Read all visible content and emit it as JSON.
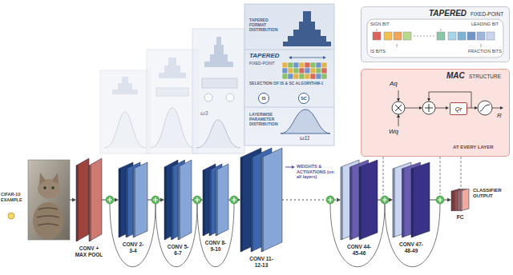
{
  "diagram": {
    "nodes": [
      {
        "text": [
          "CIFAR-10 EXAMPLE"
        ]
      },
      {
        "text": [
          "CONV + MAX POOL"
        ]
      },
      {
        "text": [
          "CONV 2-3-4"
        ]
      },
      {
        "text": [
          "CONV 5-6-7"
        ]
      },
      {
        "text": [
          "CONV 8-9-10"
        ]
      },
      {
        "text": [
          "CONV 11-12-13"
        ]
      },
      {
        "text": [
          "CONV 44-45-46"
        ]
      },
      {
        "text": [
          "CONV 47-48-49"
        ]
      },
      {
        "text": [
          "FC",
          "CLASSIFIER OUTPUT"
        ]
      },
      {
        "text": [
          "TAPERED",
          "FIXED-POINT"
        ]
      },
      {
        "text": [
          "MAC",
          "STRUCTURE"
        ]
      },
      {
        "text": [
          "Qr"
        ],
        "in": 10
      },
      {
        "text": [
          "IS"
        ]
      },
      {
        "text": [
          "SC"
        ]
      }
    ],
    "edges": [
      {
        "from": 0,
        "to": 1,
        "arrow": "to"
      },
      {
        "from": 1,
        "to": 2,
        "arrow": "to"
      },
      {
        "from": 2,
        "to": 3,
        "arrow": "to"
      },
      {
        "from": 3,
        "to": 4,
        "arrow": "to"
      },
      {
        "from": 4,
        "to": 5,
        "arrow": "to"
      },
      {
        "from": 5,
        "to": 6,
        "arrow": "to"
      },
      {
        "from": 6,
        "to": 7,
        "arrow": "to"
      },
      {
        "from": 7,
        "to": 8,
        "arrow": "to"
      }
    ],
    "labels": [
      "TAPERED FORMAT DISTRIBUTION",
      "TAPERED",
      "FIXED-POINT",
      "SELECTION OF IS & SC ALGORITHM-1",
      "LAYERWISE PARAMETER DISTRIBUTION",
      "ω3",
      "ω11",
      "WEIGHTS & ACTIVATIONS (on all layers)",
      "SIGN BIT",
      "LEADING BIT",
      "IS BITS",
      "FRACTION BITS",
      "Aq",
      "Wq",
      "R",
      "AT EVERY LAYER"
    ]
  }
}
